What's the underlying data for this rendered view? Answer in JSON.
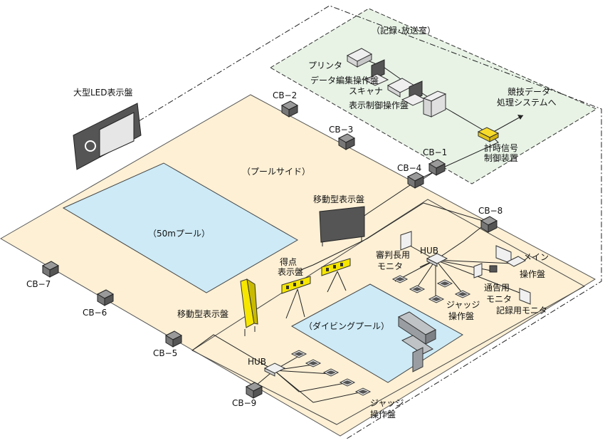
{
  "colors": {
    "deck": "#fdf0d5",
    "pool": "#cdeaf6",
    "room": "#e8f3e6",
    "device_dark": "#555555",
    "board_yellow": "#f6e600",
    "timing_unit": "#f7dc2a",
    "line": "#222222"
  },
  "areas": {
    "room": "（記録･放送室）",
    "poolside": "（プールサイド）",
    "pool50": "（50mプール）",
    "diving": "（ダイビングプール）"
  },
  "equipment": {
    "led_board": "大型LED表示盤",
    "printer": "プリンタ",
    "data_edit": "データ編集操作盤",
    "scanner": "スキャナ",
    "display_control": "表示制御操作盤",
    "competition_data": [
      "競技データ",
      "処理システムへ"
    ],
    "timing_control": [
      "計時信号",
      "制御装置"
    ],
    "mobile_display_top": "移動型表示盤",
    "mobile_display_left": "移動型表示盤",
    "score_board": [
      "得点",
      "表示盤"
    ],
    "hub_right": "HUB",
    "hub_left": "HUB",
    "chief_judge_monitor": [
      "審判長用",
      "モニタ"
    ],
    "main_console": [
      "メイン",
      "操作盤"
    ],
    "announce_monitor": [
      "通告用",
      "モニタ"
    ],
    "record_monitor": "記録用モニタ",
    "judge_console_right": [
      "ジャッジ",
      "操作盤"
    ],
    "judge_console_left": [
      "ジャッジ",
      "操作盤"
    ]
  },
  "connection_boxes": {
    "cb1": "CB−1",
    "cb2": "CB−2",
    "cb3": "CB−3",
    "cb4": "CB−4",
    "cb5": "CB−5",
    "cb6": "CB−6",
    "cb7": "CB−7",
    "cb8": "CB−8",
    "cb9": "CB−9"
  }
}
